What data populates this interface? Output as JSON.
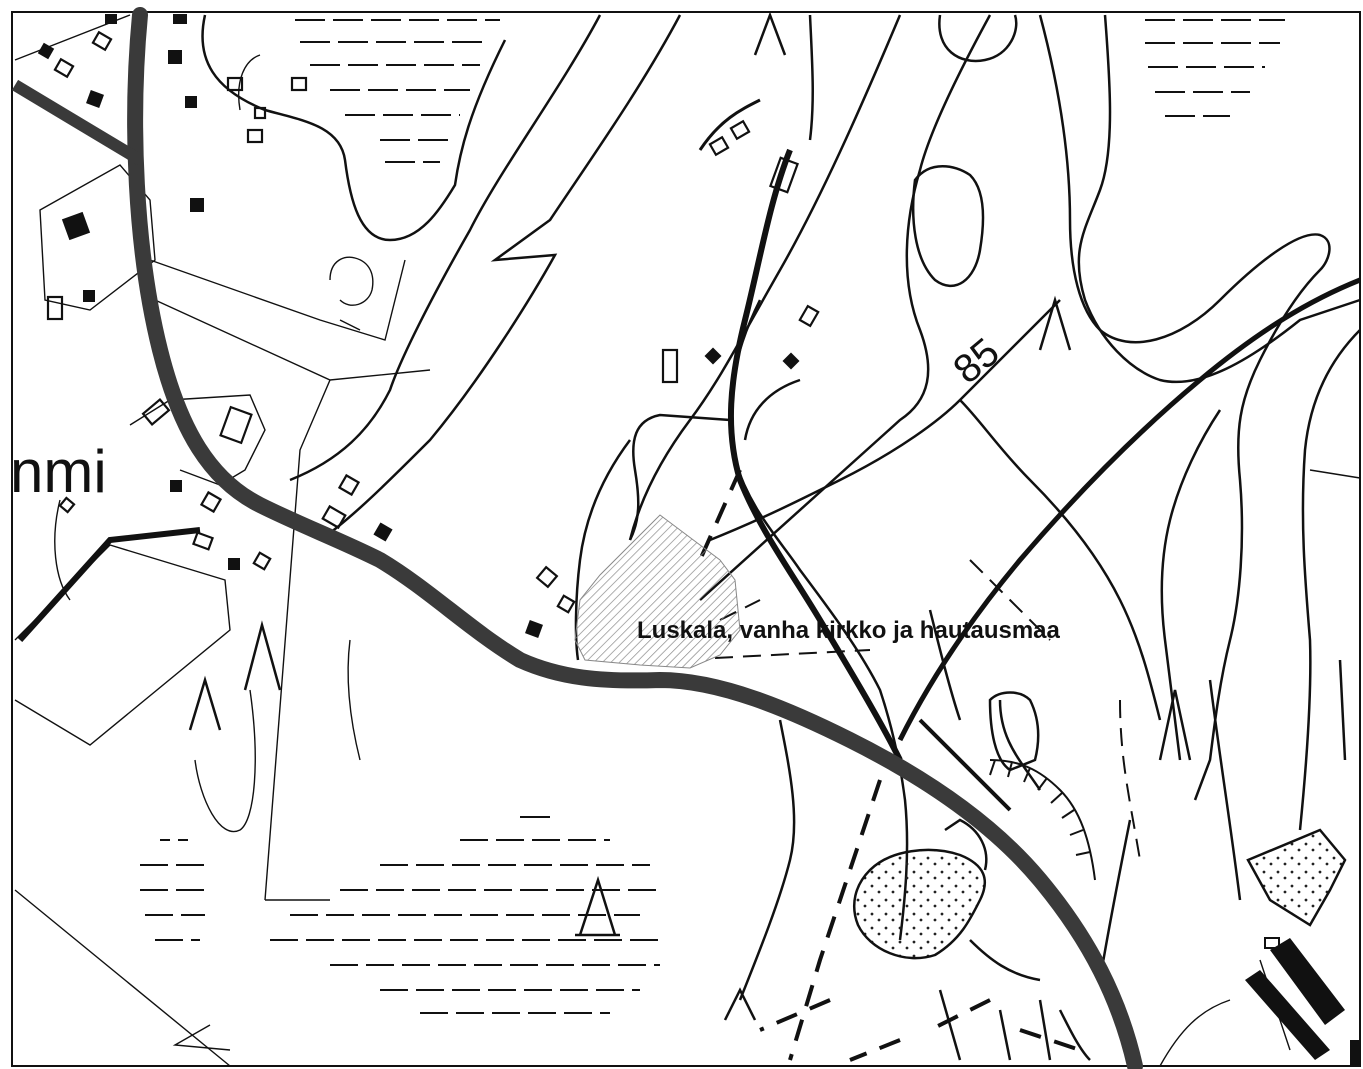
{
  "map": {
    "labels": {
      "place_name_partial": "nmi",
      "site_label": "Luskala, vanha kirkko ja hautausmaa",
      "contour_value": "85"
    },
    "colors": {
      "ink": "#111111",
      "road": "#3a3a3a",
      "paper": "#ffffff",
      "site_hatch": "#888888"
    },
    "symbols": {
      "marsh": "horizontal-dash-hatching",
      "site_area": "diagonal-hatching",
      "stony_area": "dotted-fill",
      "buildings": "small-squares",
      "meadow": "lambda-marks"
    }
  }
}
